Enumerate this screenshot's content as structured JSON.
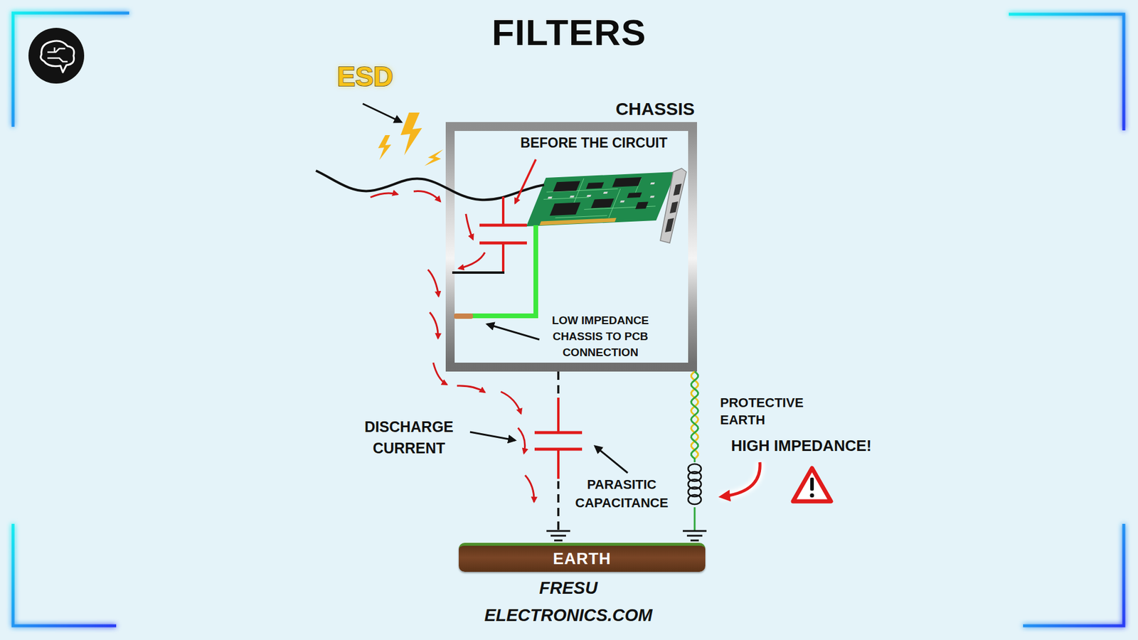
{
  "diagram": {
    "title": "FILTERS",
    "nodes": [
      {
        "text": [
          "CHASSIS"
        ]
      },
      {
        "text": [
          "EARTH"
        ]
      }
    ],
    "edges": [
      {
        "from": 0,
        "to": 1,
        "arrow": "none"
      },
      {
        "from": 0,
        "to": 1,
        "arrow": "none"
      }
    ],
    "labels": [
      "ESD",
      "BEFORE THE CIRCUIT",
      "LOW IMPEDANCE CHASSIS TO PCB CONNECTION",
      "DISCHARGE CURRENT",
      "PARASITIC CAPACITANCE",
      "PROTECTIVE EARTH",
      "HIGH IMPEDANCE!",
      "FRESU ELECTRONICS.COM"
    ]
  }
}
